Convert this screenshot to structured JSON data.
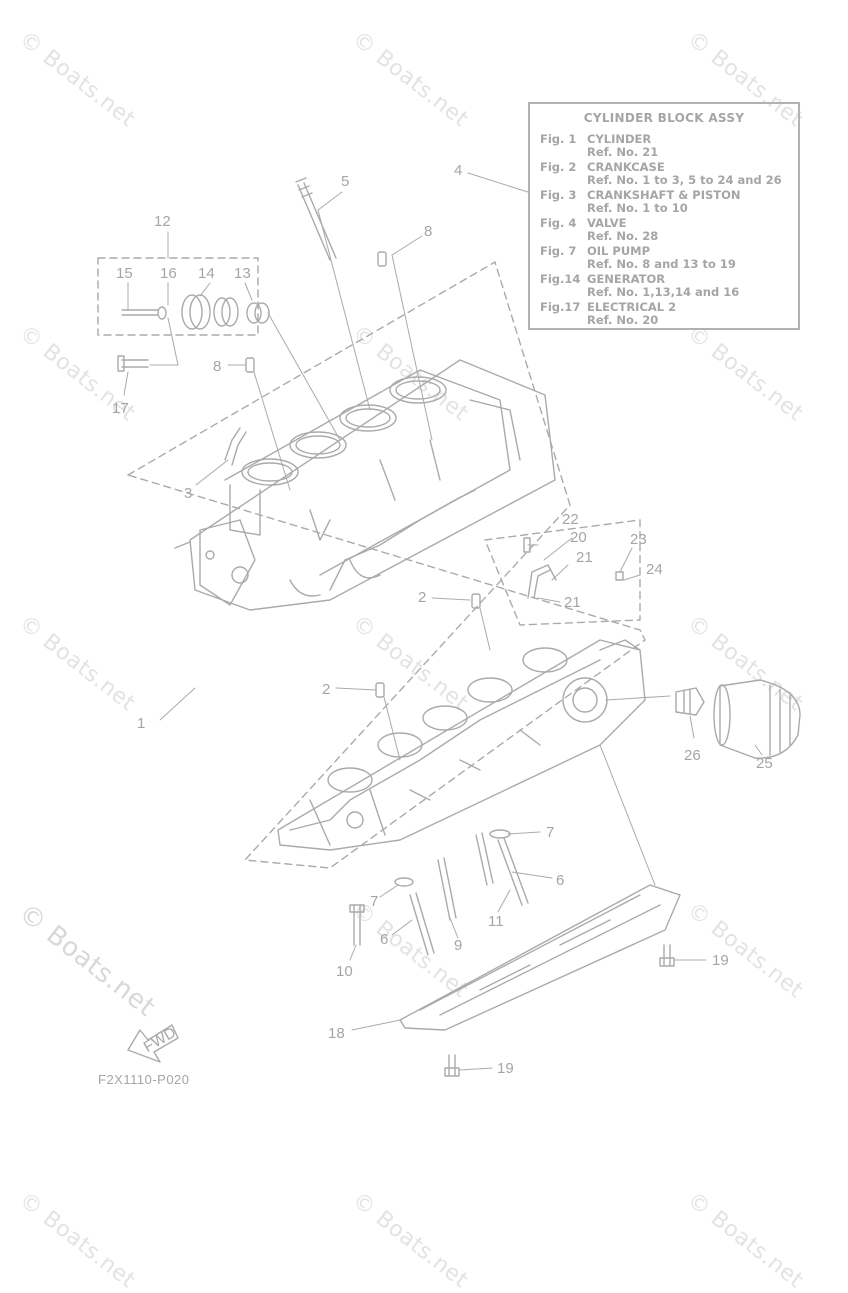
{
  "watermark": "© Boats.net",
  "reference_box": {
    "title": "CYLINDER BLOCK ASSY",
    "items": [
      {
        "fig": "Fig.  1",
        "name": "CYLINDER",
        "ref": "Ref. No. 21"
      },
      {
        "fig": "Fig.  2",
        "name": "CRANKCASE",
        "ref": "Ref. No. 1 to 3, 5 to 24 and 26"
      },
      {
        "fig": "Fig.  3",
        "name": "CRANKSHAFT & PISTON",
        "ref": "Ref. No. 1 to 10"
      },
      {
        "fig": "Fig.  4",
        "name": "VALVE",
        "ref": "Ref. No. 28"
      },
      {
        "fig": "Fig.  7",
        "name": "OIL PUMP",
        "ref": "Ref. No. 8 and 13 to 19"
      },
      {
        "fig": "Fig.14",
        "name": "GENERATOR",
        "ref": "Ref. No. 1,13,14 and 16"
      },
      {
        "fig": "Fig.17",
        "name": "ELECTRICAL 2",
        "ref": "Ref. No. 20"
      }
    ]
  },
  "diagram_code": "F2X1110-P020",
  "fwd_label": "FWD",
  "callouts": {
    "c1": "1",
    "c2a": "2",
    "c2b": "2",
    "c3": "3",
    "c4": "4",
    "c5": "5",
    "c6a": "6",
    "c6b": "6",
    "c7a": "7",
    "c7b": "7",
    "c8a": "8",
    "c8b": "8",
    "c9": "9",
    "c10": "10",
    "c11": "11",
    "c12": "12",
    "c13": "13",
    "c14": "14",
    "c15": "15",
    "c16": "16",
    "c17": "17",
    "c18": "18",
    "c19a": "19",
    "c19b": "19",
    "c20": "20",
    "c21a": "21",
    "c21b": "21",
    "c22": "22",
    "c23": "23",
    "c24": "24",
    "c25": "25",
    "c26": "26"
  }
}
